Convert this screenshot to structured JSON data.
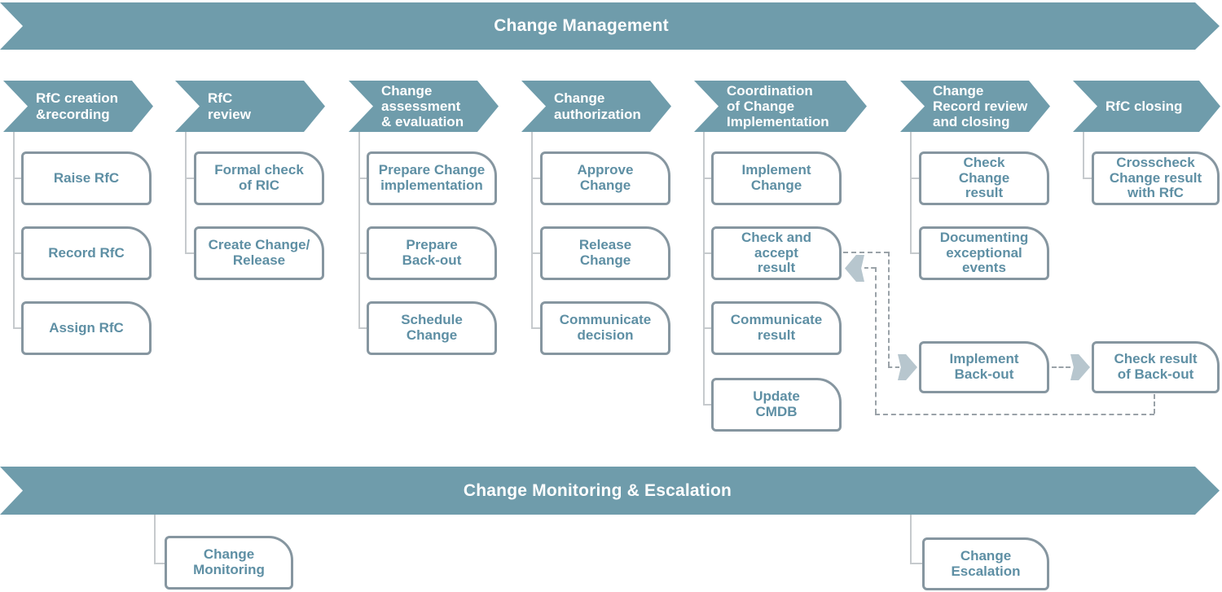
{
  "colors": {
    "teal": "#6f9cab",
    "box_border": "#8696a0",
    "box_text": "#5e8fa4",
    "connector": "#c6cacd",
    "dashed": "#9aa2a8",
    "chevron": "#b7c6ce"
  },
  "top_banner": {
    "title": "Change Management"
  },
  "bottom_banner": {
    "title": "Change Monitoring & Escalation"
  },
  "columns": [
    {
      "header": "RfC creation\n&recording",
      "steps": [
        "Raise RfC",
        "Record RfC",
        "Assign RfC"
      ]
    },
    {
      "header": "RfC\nreview",
      "steps": [
        "Formal check\nof RIC",
        "Create Change/\nRelease"
      ]
    },
    {
      "header": "Change\nassessment\n& evaluation",
      "steps": [
        "Prepare Change\nimplementation",
        "Prepare\nBack-out",
        "Schedule\nChange"
      ]
    },
    {
      "header": "Change\nauthorization",
      "steps": [
        "Approve\nChange",
        "Release\nChange",
        "Communicate\ndecision"
      ]
    },
    {
      "header": "Coordination\nof Change\nImplementation",
      "steps": [
        "Implement\nChange",
        "Check and\naccept\nresult",
        "Communicate\nresult",
        "Update\nCMDB"
      ]
    },
    {
      "header": "Change\nRecord review\nand closing",
      "steps": [
        "Check\nChange\nresult",
        "Documenting\nexceptional\nevents"
      ]
    },
    {
      "header": "RfC closing",
      "steps": [
        "Crosscheck\nChange result\nwith RfC"
      ]
    }
  ],
  "backout": {
    "implement": "Implement\nBack-out",
    "check_result": "Check result\nof Back-out"
  },
  "monitoring_box": "Change\nMonitoring",
  "escalation_box": "Change\nEscalation"
}
